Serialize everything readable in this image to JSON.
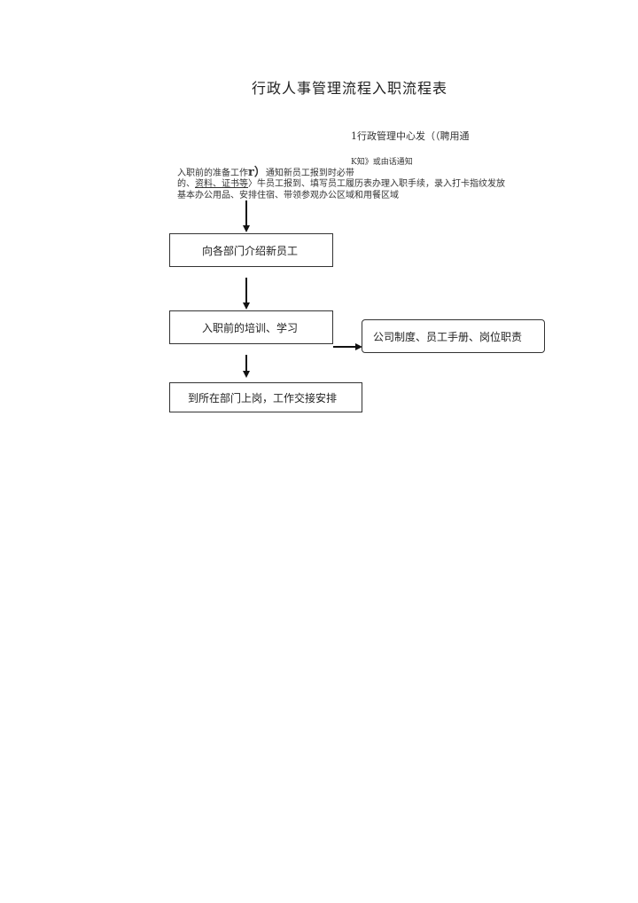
{
  "title": "行政人事管理流程入职流程表",
  "notes": {
    "line1": "1行政管理中心发（（聘用通",
    "line2": "K知》或由话通知",
    "line3a": "入职前的准备工作",
    "line3b": "r）",
    "line3c": "通知新员工报到时必带",
    "line4a": "的、",
    "line4b": "资料、证书等",
    "line4c": "〉牛员工报到、填写员工履历表办理入职手续，录入打卡指纹发放",
    "line5": "基本办公用品、安排住宿、带领参观办公区域和用餐区域"
  },
  "steps": [
    "向各部门介绍新员工",
    "入职前的培训、学习",
    "到所在部门上岗，工作交接安排"
  ],
  "side_box": "公司制度、员工手册、岗位职责"
}
